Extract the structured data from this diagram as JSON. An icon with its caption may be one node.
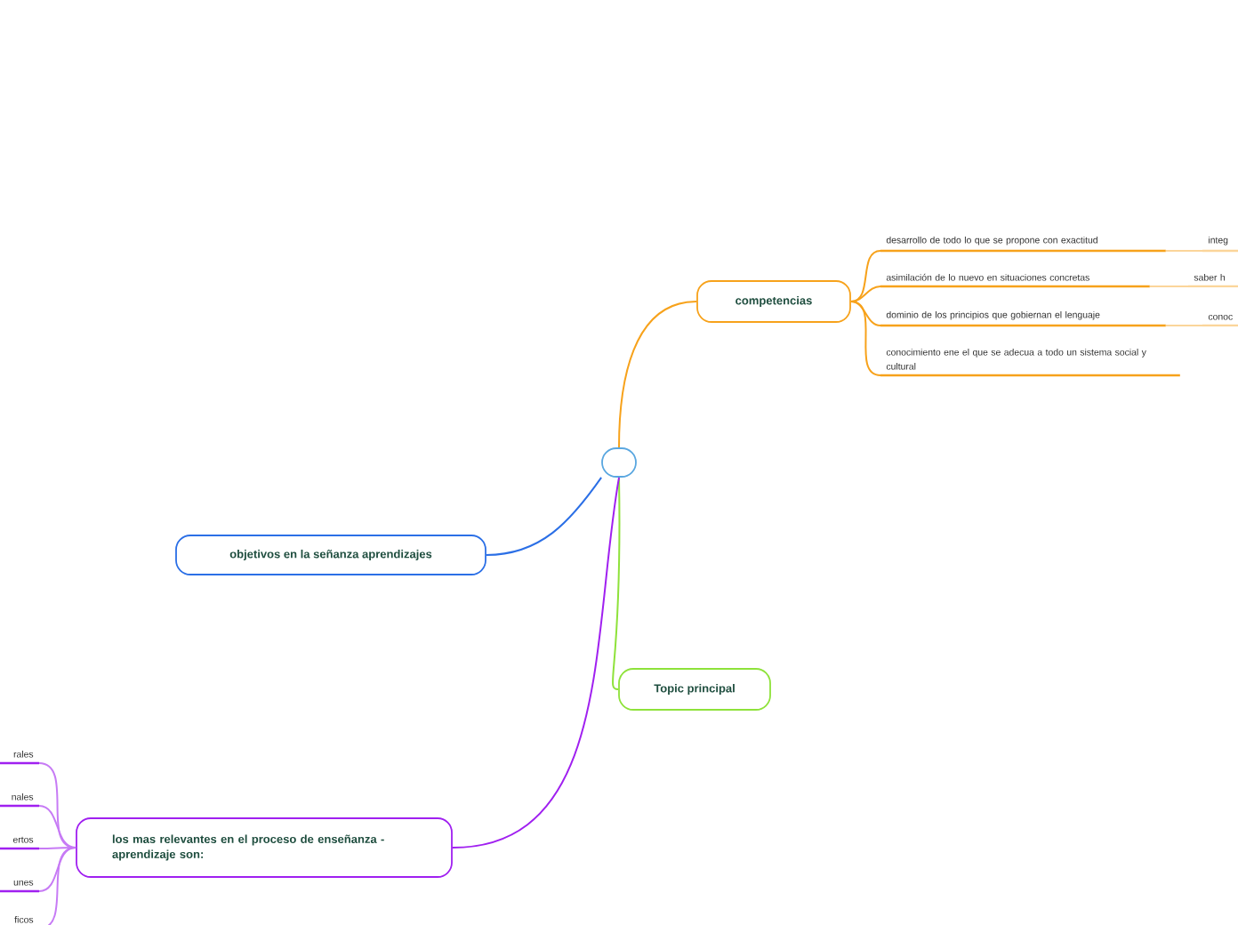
{
  "diagram": {
    "nodes": [
      {
        "text": [],
        "shape": "box"
      },
      {
        "text": [
          "competencias"
        ]
      },
      {
        "text": [
          "desarrollo de todo lo que se propone con exactitud"
        ]
      },
      {
        "text": [
          "asimilación de lo nuevo en situaciones concretas"
        ]
      },
      {
        "text": [
          "dominio de los principios que gobiernan el lenguaje"
        ]
      },
      {
        "text": [
          "conocimiento ene el que se adecua a todo un sistema social y cultural"
        ]
      },
      {
        "text": [
          "integ"
        ]
      },
      {
        "text": [
          "saber h"
        ]
      },
      {
        "text": [
          "conoc"
        ]
      },
      {
        "text": [
          "objetivos en la señanza aprendizajes"
        ]
      },
      {
        "text": [
          "Topic principal"
        ]
      },
      {
        "text": [
          "los mas relevantes en el proceso de enseñanza - aprendizaje son:"
        ]
      },
      {
        "text": [
          "rales"
        ]
      },
      {
        "text": [
          "nales"
        ]
      },
      {
        "text": [
          "ertos"
        ]
      },
      {
        "text": [
          "unes"
        ]
      },
      {
        "text": [
          "ficos"
        ]
      }
    ],
    "edges": [
      {
        "from": 0,
        "to": 1,
        "arrow": "none",
        "color": "#f7a21b"
      },
      {
        "from": 1,
        "to": 2,
        "arrow": "none",
        "color": "#f7a21b"
      },
      {
        "from": 1,
        "to": 3,
        "arrow": "none",
        "color": "#f7a21b"
      },
      {
        "from": 1,
        "to": 4,
        "arrow": "none",
        "color": "#f7a21b"
      },
      {
        "from": 1,
        "to": 5,
        "arrow": "none",
        "color": "#f7a21b"
      },
      {
        "from": 2,
        "to": 6,
        "arrow": "none",
        "color": "#fbd59a"
      },
      {
        "from": 3,
        "to": 7,
        "arrow": "none",
        "color": "#fbd59a"
      },
      {
        "from": 4,
        "to": 8,
        "arrow": "none",
        "color": "#fbd59a"
      },
      {
        "from": 0,
        "to": 9,
        "arrow": "none",
        "color": "#2b6fe6"
      },
      {
        "from": 0,
        "to": 10,
        "arrow": "none",
        "color": "#8ee23a"
      },
      {
        "from": 0,
        "to": 11,
        "arrow": "none",
        "color": "#a020f0"
      },
      {
        "from": 11,
        "to": 12,
        "arrow": "none",
        "color": "#c77bf5"
      },
      {
        "from": 11,
        "to": 13,
        "arrow": "none",
        "color": "#c77bf5"
      },
      {
        "from": 11,
        "to": 14,
        "arrow": "none",
        "color": "#c77bf5"
      },
      {
        "from": 11,
        "to": 15,
        "arrow": "none",
        "color": "#c77bf5"
      },
      {
        "from": 11,
        "to": 16,
        "arrow": "none",
        "color": "#c77bf5"
      }
    ]
  }
}
